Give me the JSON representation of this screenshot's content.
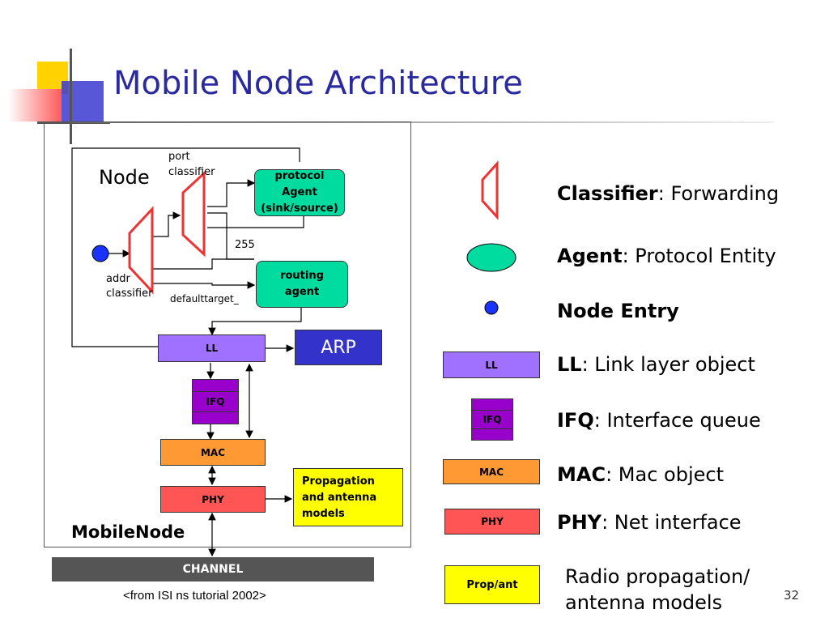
{
  "slide": {
    "title": "Mobile Node Architecture",
    "page_number": "32",
    "source_note": "<from ISI ns tutorial 2002>"
  },
  "diagram": {
    "node_label": "Node",
    "port_classifier_label_1": "port",
    "port_classifier_label_2": "classifier",
    "addr_classifier_label_1": "addr",
    "addr_classifier_label_2": "classifier",
    "protocol_agent_1": "protocol",
    "protocol_agent_2": "Agent",
    "protocol_agent_3": "(sink/source)",
    "routing_agent_1": "routing",
    "routing_agent_2": "agent",
    "port_255": "255",
    "defaulttarget": "defaulttarget_",
    "ll": "LL",
    "arp": "ARP",
    "ifq": "IFQ",
    "mac": "MAC",
    "phy": "PHY",
    "propagation_1": "Propagation",
    "propagation_2": "and antenna",
    "propagation_3": "models",
    "mobilenode_label": "MobileNode",
    "channel": "CHANNEL"
  },
  "legend": {
    "classifier": {
      "term": "Classifier",
      "desc": ": Forwarding"
    },
    "agent": {
      "term": "Agent",
      "desc": ": Protocol Entity"
    },
    "node_entry": {
      "term": "Node Entry"
    },
    "ll": {
      "box": "LL",
      "term": "LL",
      "desc": ": Link layer object"
    },
    "ifq": {
      "box": "IFQ",
      "term": "IFQ",
      "desc": ": Interface queue"
    },
    "mac": {
      "box": "MAC",
      "term": "MAC",
      "desc": ": Mac object"
    },
    "phy": {
      "box": "PHY",
      "term": "PHY",
      "desc": ": Net interface"
    },
    "prop": {
      "box": "Prop/ant",
      "desc_1": "Radio propagation/",
      "desc_2": "antenna models"
    }
  },
  "colors": {
    "title": "#2a2aa0",
    "agent_green": "#00dca0",
    "ll_purple": "#a070ff",
    "arp_blue": "#3333cc",
    "ifq_purple": "#9900cc",
    "mac_orange": "#ff9933",
    "phy_red": "#ff5555",
    "prop_yellow": "#ffff00",
    "classifier_red": "#ee3333",
    "node_entry_blue": "#1a33ff",
    "channel_gray": "#555555"
  }
}
